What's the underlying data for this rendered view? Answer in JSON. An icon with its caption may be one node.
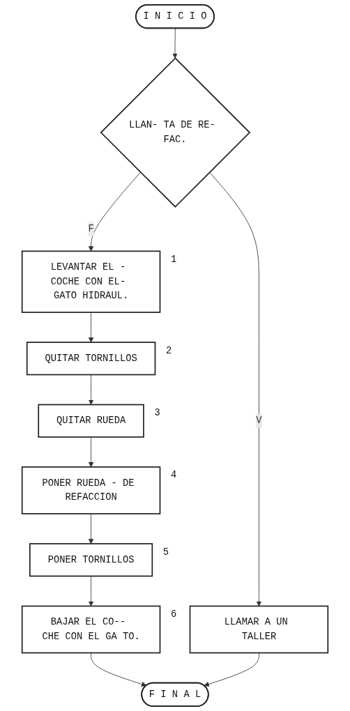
{
  "diagram": {
    "nodes": [
      {
        "text": [
          "I N I C I O"
        ]
      },
      {
        "text": [
          "LLAN- TA DE RE- FAC."
        ]
      },
      {
        "text": [
          "LEVANTAR EL - COCHE CON EL- GATO HIDRAUL."
        ],
        "beside": [
          "1"
        ]
      },
      {
        "text": [
          "QUITAR TORNILLOS"
        ],
        "beside": [
          "2"
        ]
      },
      {
        "text": [
          "QUITAR RUEDA"
        ],
        "beside": [
          "3"
        ]
      },
      {
        "text": [
          "PONER RUEDA - DE REFACCION"
        ],
        "beside": [
          "4"
        ]
      },
      {
        "text": [
          "PONER TORNILLOS"
        ],
        "beside": [
          "5"
        ]
      },
      {
        "text": [
          "BAJAR EL CO-- CHE CON EL GA TO."
        ],
        "beside": [
          "6"
        ]
      },
      {
        "text": [
          "LLAMAR A UN TALLER"
        ]
      },
      {
        "text": [
          "F I N A L"
        ]
      }
    ],
    "edges": [
      {
        "from": 0,
        "to": 1,
        "arrow": "to"
      },
      {
        "from": 1,
        "to": 2,
        "label": "F",
        "arrow": "to"
      },
      {
        "from": 1,
        "to": 8,
        "label": "V",
        "arrow": "to"
      },
      {
        "from": 2,
        "to": 3,
        "arrow": "to"
      },
      {
        "from": 3,
        "to": 4,
        "arrow": "to"
      },
      {
        "from": 4,
        "to": 5,
        "arrow": "to"
      },
      {
        "from": 5,
        "to": 6,
        "arrow": "to"
      },
      {
        "from": 6,
        "to": 7,
        "arrow": "to"
      },
      {
        "from": 7,
        "to": 9,
        "arrow": "to"
      },
      {
        "from": 8,
        "to": 9,
        "arrow": "to"
      }
    ]
  }
}
